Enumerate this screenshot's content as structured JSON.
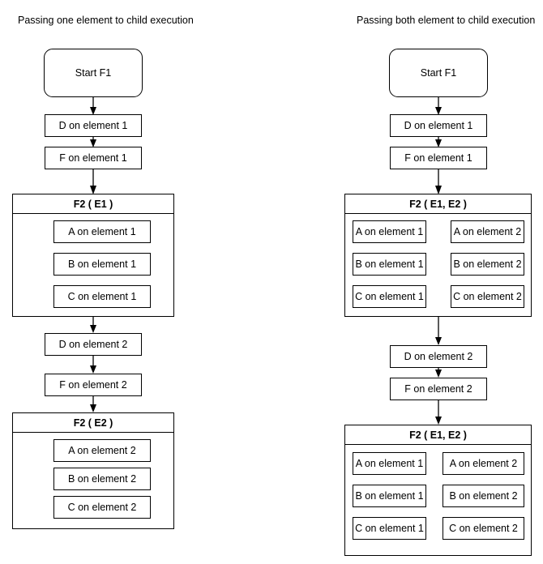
{
  "diagram": {
    "title_left": "Passing one element to child execution",
    "title_right": "Passing both element to child execution",
    "columns": [
      {
        "id": "left",
        "title": "Passing one element to child execution",
        "start": "Start F1",
        "steps_first": [
          "D on element 1",
          "F on element 1"
        ],
        "group_first": {
          "header": "F2 ( E1 )",
          "col1": [
            "A on element 1",
            "B on element 1",
            "C on element 1"
          ],
          "col2": []
        },
        "steps_second": [
          "D on element 2",
          "F on element 2"
        ],
        "group_second": {
          "header": "F2 ( E2 )",
          "col1": [
            "A on element 2",
            "B on element 2",
            "C on element 2"
          ],
          "col2": []
        }
      },
      {
        "id": "right",
        "title": "Passing both element to child execution",
        "start": "Start F1",
        "steps_first": [
          "D on element 1",
          "F on element 1"
        ],
        "group_first": {
          "header": "F2 ( E1, E2 )",
          "col1": [
            "A on element 1",
            "B on element 1",
            "C on element 1"
          ],
          "col2": [
            "A on element 2",
            "B on element 2",
            "C on element 2"
          ]
        },
        "steps_second": [
          "D on element 2",
          "F on element 2"
        ],
        "group_second": {
          "header": "F2 ( E1, E2 )",
          "col1": [
            "A on element 1",
            "B on element 1",
            "C on element 1"
          ],
          "col2": [
            "A on element 2",
            "B on element 2",
            "C on element 2"
          ]
        }
      }
    ],
    "colors": {
      "stroke": "#000000",
      "fill": "#ffffff",
      "text": "#000000"
    }
  }
}
